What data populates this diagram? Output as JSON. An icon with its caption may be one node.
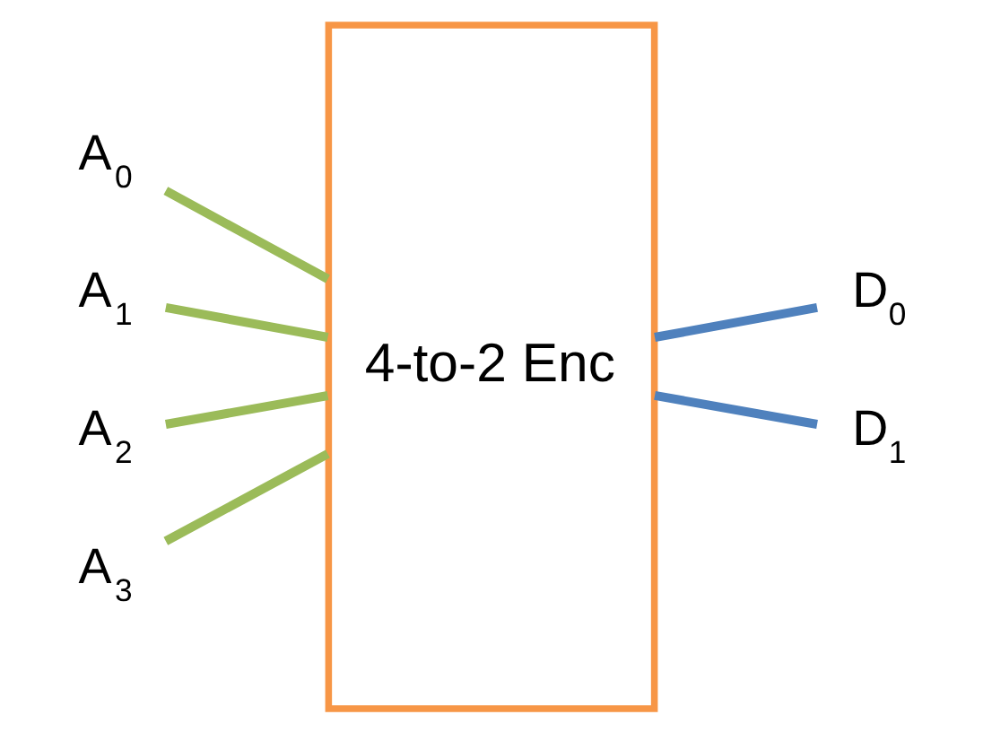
{
  "diagram": {
    "nodes": [
      {
        "text": [
          "A$_{0}$"
        ]
      },
      {
        "text": [
          "A$_{1}$"
        ]
      },
      {
        "text": [
          "A$_{2}$"
        ]
      },
      {
        "text": [
          "A$_{3}$"
        ]
      },
      {
        "text": [
          "4-to-2 Enc"
        ]
      },
      {
        "text": [
          "D$_{0}$"
        ]
      },
      {
        "text": [
          "D$_{1}$"
        ]
      }
    ],
    "edges": [
      {
        "from": 0,
        "to": 4,
        "arrow": "none"
      },
      {
        "from": 1,
        "to": 4,
        "arrow": "none"
      },
      {
        "from": 2,
        "to": 4,
        "arrow": "none"
      },
      {
        "from": 3,
        "to": 4,
        "arrow": "none"
      },
      {
        "from": 4,
        "to": 5,
        "arrow": "none",
        "color": "#4f81bd"
      },
      {
        "from": 4,
        "to": 6,
        "arrow": "none",
        "color": "#4f81bd"
      }
    ]
  }
}
